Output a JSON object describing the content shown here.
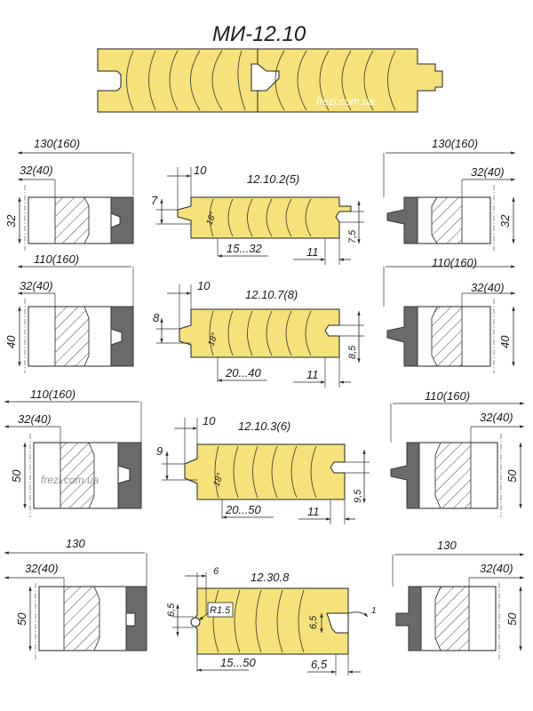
{
  "header": {
    "title": "МИ-12.10"
  },
  "watermark": {
    "text": "frezi.com.ua",
    "color": "#ffffff"
  },
  "colors": {
    "wood": "#f5e27a",
    "blade": "#6a6a6a",
    "line": "#222222"
  },
  "rows": [
    {
      "left_cutter": {
        "outer_dia": "130(160)",
        "bore_dia": "32(40)",
        "height": "32"
      },
      "profile": {
        "code": "12.10.2(5)",
        "dim_top": "10",
        "dim_left": "7",
        "angle": "18°",
        "range": "15...32",
        "dim_bottom": "11",
        "dim_right": "7,5"
      },
      "right_cutter": {
        "outer_dia": "130(160)",
        "bore_dia": "32(40)",
        "height": "32"
      }
    },
    {
      "left_cutter": {
        "outer_dia": "110(160)",
        "bore_dia": "32(40)",
        "height": "40"
      },
      "profile": {
        "code": "12.10.7(8)",
        "dim_top": "10",
        "dim_left": "8",
        "angle": "18°",
        "range": "20...40",
        "dim_bottom": "11",
        "dim_right": "8,5"
      },
      "right_cutter": {
        "outer_dia": "110(160)",
        "bore_dia": "32(40)",
        "height": "40"
      }
    },
    {
      "left_cutter": {
        "outer_dia": "110(160)",
        "bore_dia": "32(40)",
        "height": "50"
      },
      "profile": {
        "code": "12.10.3(6)",
        "dim_top": "10",
        "dim_left": "9",
        "angle": "18°",
        "range": "20...50",
        "dim_bottom": "11",
        "dim_right": "9,5"
      },
      "right_cutter": {
        "outer_dia": "110(160)",
        "bore_dia": "32(40)",
        "height": "50"
      }
    },
    {
      "left_cutter": {
        "outer_dia": "130",
        "bore_dia": "32(40)",
        "height": "50"
      },
      "profile": {
        "code": "12.30.8",
        "dim_top": "6",
        "dim_left": "6,5",
        "radius": "R1.5",
        "inner": "6,5",
        "range": "15...50",
        "dim_bottom": "6,5",
        "corner": "1"
      },
      "right_cutter": {
        "outer_dia": "130",
        "bore_dia": "32(40)",
        "height": "50"
      }
    }
  ]
}
